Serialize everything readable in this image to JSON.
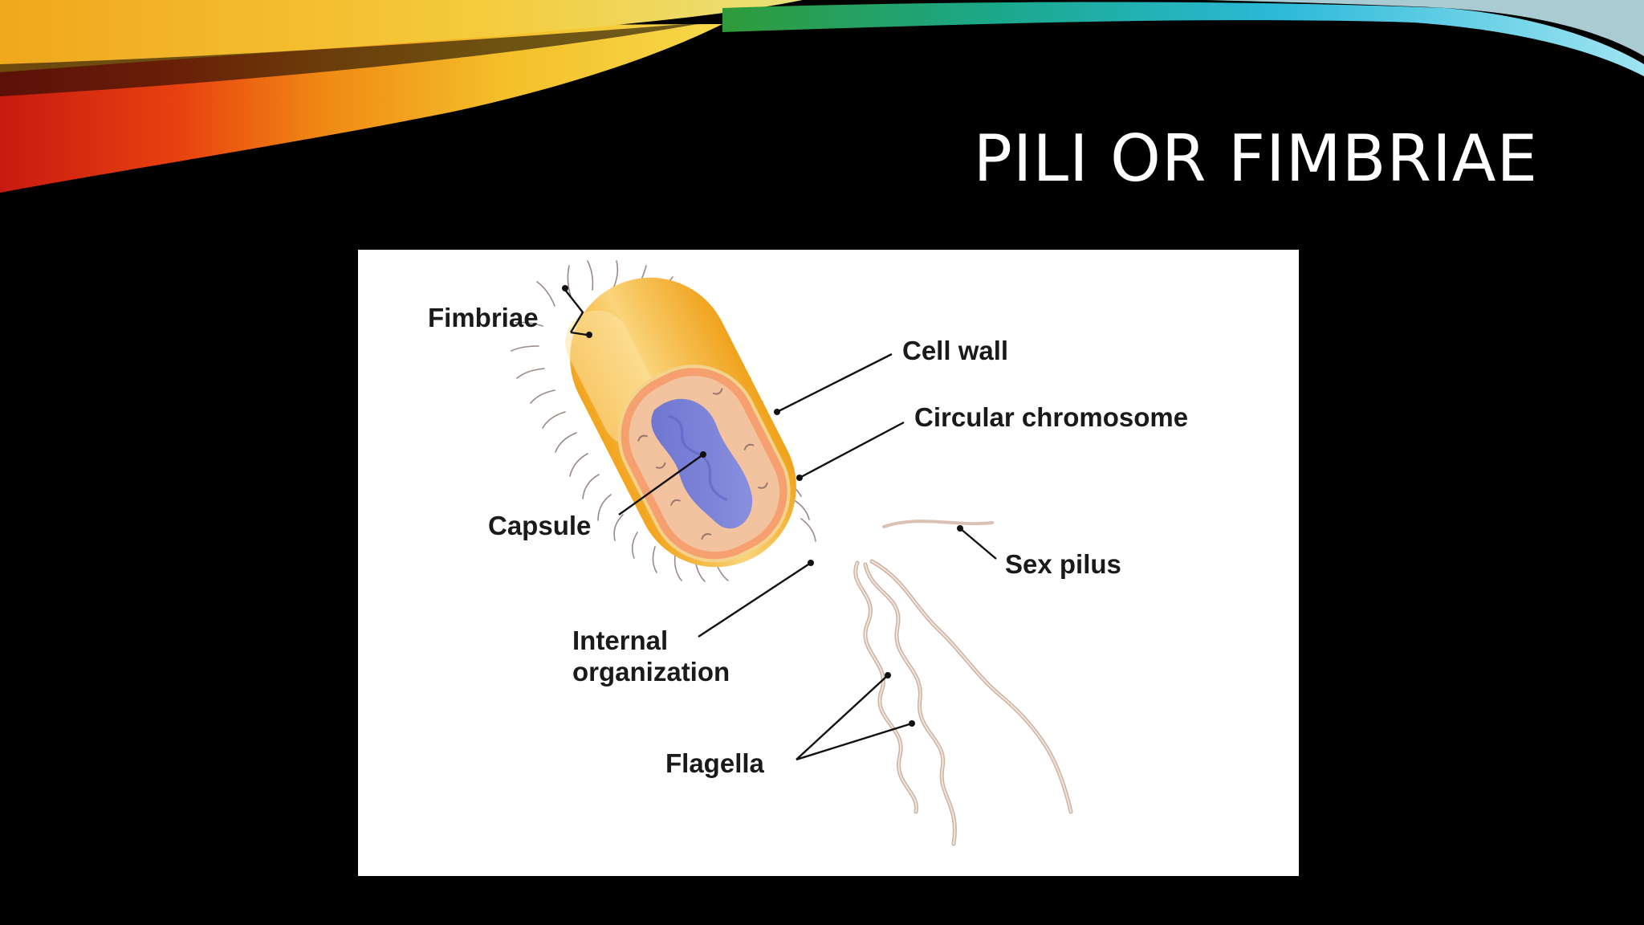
{
  "slide": {
    "title": "PILI OR FIMBRIAE"
  },
  "diagram": {
    "labels": {
      "fimbriae": "Fimbriae",
      "cell_wall": "Cell wall",
      "circular_chromosome": "Circular chromosome",
      "capsule": "Capsule",
      "sex_pilus": "Sex pilus",
      "internal_organization_line1": "Internal",
      "internal_organization_line2": "organization",
      "flagella": "Flagella"
    }
  },
  "colors": {
    "background": "#000000",
    "title_text": "#ffffff",
    "panel": "#ffffff",
    "capsule": "#f2b83a",
    "cell_wall": "#f7a878",
    "cytoplasm": "#f3c29d",
    "chromosome": "#7b82d6",
    "appendages": "#d9c2b4"
  }
}
